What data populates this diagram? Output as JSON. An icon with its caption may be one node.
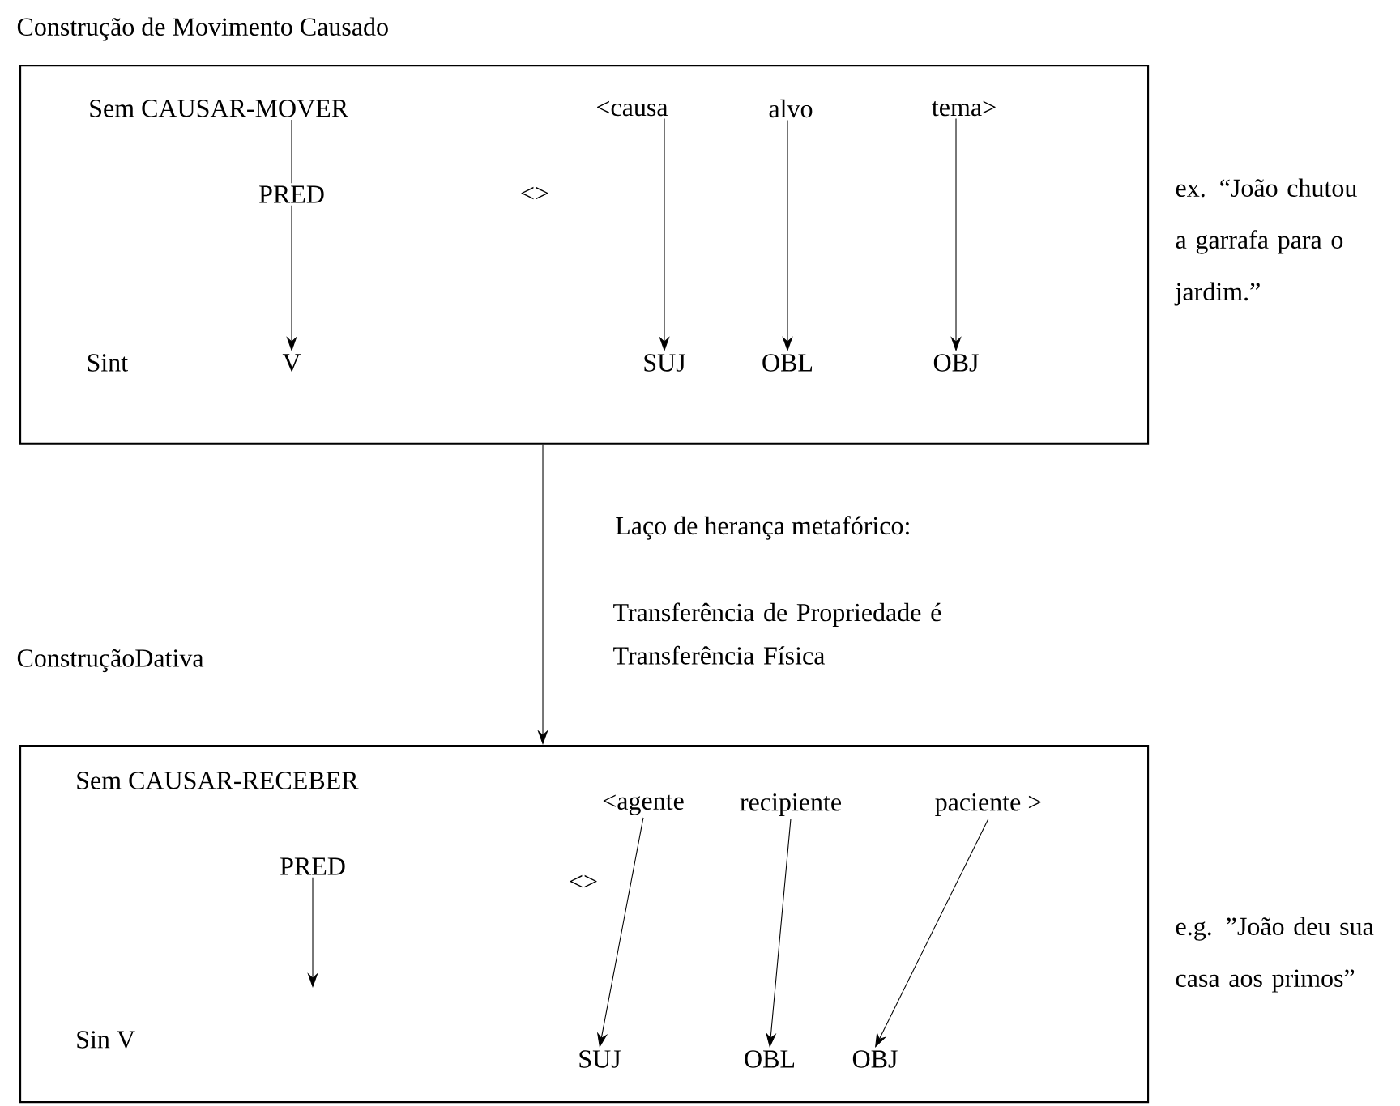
{
  "diagram": {
    "nodes": [
      {
        "text": [
          "Construção de Movimento Causado"
        ],
        "beside": [
          "ex. “João chutou a garrafa para o jardim.”"
        ]
      },
      {
        "text": [
          "Sem CAUSAR-MOVER"
        ],
        "in": 0
      },
      {
        "text": [
          "PRED"
        ],
        "in": 0
      },
      {
        "text": [
          "<causa"
        ],
        "in": 0
      },
      {
        "text": [
          "alvo"
        ],
        "in": 0
      },
      {
        "text": [
          "tema>"
        ],
        "in": 0
      },
      {
        "text": [
          "V"
        ],
        "in": 0
      },
      {
        "text": [
          "SUJ"
        ],
        "in": 0
      },
      {
        "text": [
          "OBL"
        ],
        "in": 0
      },
      {
        "text": [
          "OBJ"
        ],
        "in": 0
      },
      {
        "text": [
          "ConstruçãoDativa"
        ],
        "beside": [
          "e.g. ”João deu sua casa aos primos”"
        ]
      },
      {
        "text": [
          "Sem CAUSAR-RECEBER"
        ],
        "in": 10
      },
      {
        "text": [
          "PRED"
        ],
        "in": 10
      },
      {
        "text": [
          "<agente"
        ],
        "in": 10
      },
      {
        "text": [
          "recipiente"
        ],
        "in": 10
      },
      {
        "text": [
          "paciente >"
        ],
        "in": 10
      },
      {
        "text": [
          "Sin V"
        ],
        "in": 10
      },
      {
        "text": [
          "SUJ"
        ],
        "in": 10
      },
      {
        "text": [
          "OBL"
        ],
        "in": 10
      },
      {
        "text": [
          "OBJ"
        ],
        "in": 10
      }
    ],
    "edges": [
      {
        "from": 0,
        "to": 10,
        "arrow": "to",
        "label": "Laço de herança metafórico:"
      },
      {
        "from": 1,
        "to": 2,
        "arrow": "none"
      },
      {
        "from": 2,
        "to": 6,
        "arrow": "to"
      },
      {
        "from": 3,
        "to": 7,
        "arrow": "to"
      },
      {
        "from": 4,
        "to": 8,
        "arrow": "to"
      },
      {
        "from": 5,
        "to": 9,
        "arrow": "to"
      },
      {
        "from": 12,
        "to": null,
        "arrow": "to"
      },
      {
        "from": 13,
        "to": 17,
        "arrow": "to"
      },
      {
        "from": 14,
        "to": 18,
        "arrow": "to"
      },
      {
        "from": 15,
        "to": 19,
        "arrow": "to"
      }
    ],
    "labels": [
      "<>",
      "Sint",
      "Transferência de Propriedade é Transferência Física",
      "<>"
    ]
  }
}
